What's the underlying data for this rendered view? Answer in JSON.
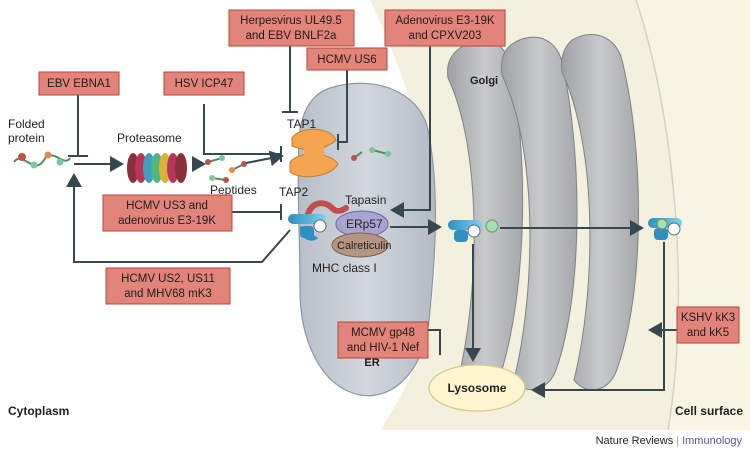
{
  "labels": {
    "folded_protein_1": "Folded",
    "folded_protein_2": "protein",
    "proteasome": "Proteasome",
    "peptides": "Peptides",
    "tap1": "TAP1",
    "tap2": "TAP2",
    "tapasin": "Tapasin",
    "erp57": "ERp57",
    "calreticulin": "Calreticulin",
    "mhc_class_i": "MHC class I",
    "er": "ER",
    "golgi": "Golgi",
    "lysosome": "Lysosome",
    "cytoplasm": "Cytoplasm",
    "cell_surface": "Cell surface"
  },
  "inhibitors": {
    "ebv_ebna1": [
      "EBV EBNA1"
    ],
    "hsv_icp47": [
      "HSV ICP47"
    ],
    "herpesvirus_ul49": [
      "Herpesvirus UL49.5",
      "and EBV BNLF2a"
    ],
    "hcmv_us6": [
      "HCMV US6"
    ],
    "adenovirus_cpxv": [
      "Adenovirus E3-19K",
      "and CPXV203"
    ],
    "hcmv_us3": [
      "HCMV US3 and",
      "adenovirus E3-19K"
    ],
    "hcmv_us2": [
      "HCMV US2, US11",
      "and MHV68 mK3"
    ],
    "mcmv_gp48": [
      "MCMV gp48",
      "and HIV-1 Nef"
    ],
    "kshv_kk3": [
      "KSHV kK3",
      "and kK5"
    ]
  },
  "footer": {
    "journal": "Nature Reviews",
    "separator": "|",
    "section": "Immunology"
  },
  "colors": {
    "inhibitor_box": "#e3847a",
    "cell_background": "#f3efdc",
    "organelle": "#bdbfc1",
    "er_lumen": "#c6cbd3",
    "tap": "#f5a550",
    "tapasin": "#c0504d",
    "erp57": "#a9a3d0",
    "calreticulin": "#b49582",
    "mhc": "#4fb3d9",
    "lysosome": "#fdf6cf",
    "footer_accent": "#5b55a6"
  }
}
